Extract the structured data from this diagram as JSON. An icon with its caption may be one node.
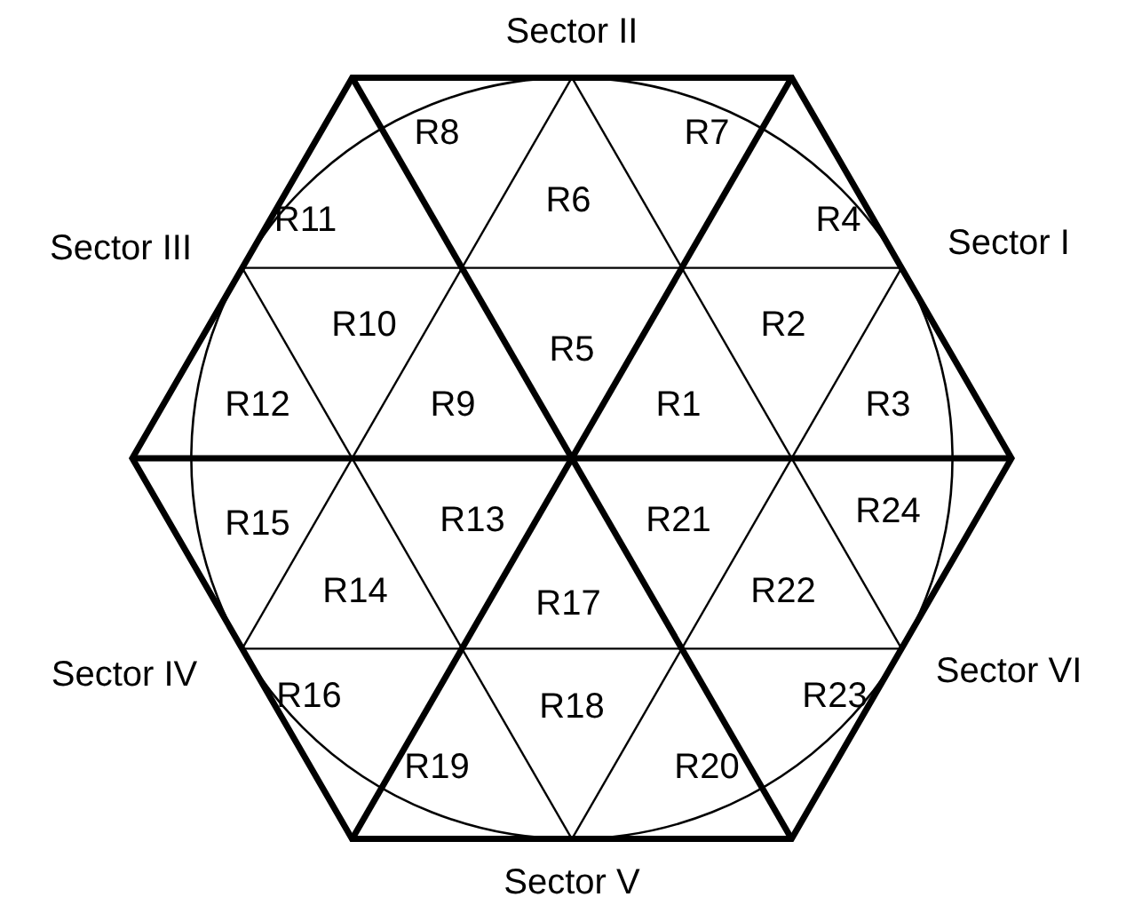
{
  "diagram": {
    "labels": [
      "Sector II",
      "R8",
      "R7",
      "R6",
      "Sector III",
      "R11",
      "R4",
      "Sector I",
      "R10",
      "R5",
      "R2",
      "R12",
      "R9",
      "R1",
      "R3",
      "R15",
      "R13",
      "R21",
      "R24",
      "R14",
      "R17",
      "R22",
      "Sector IV",
      "R16",
      "R18",
      "R23",
      "Sector VI",
      "R19",
      "R20",
      "Sector V"
    ]
  }
}
